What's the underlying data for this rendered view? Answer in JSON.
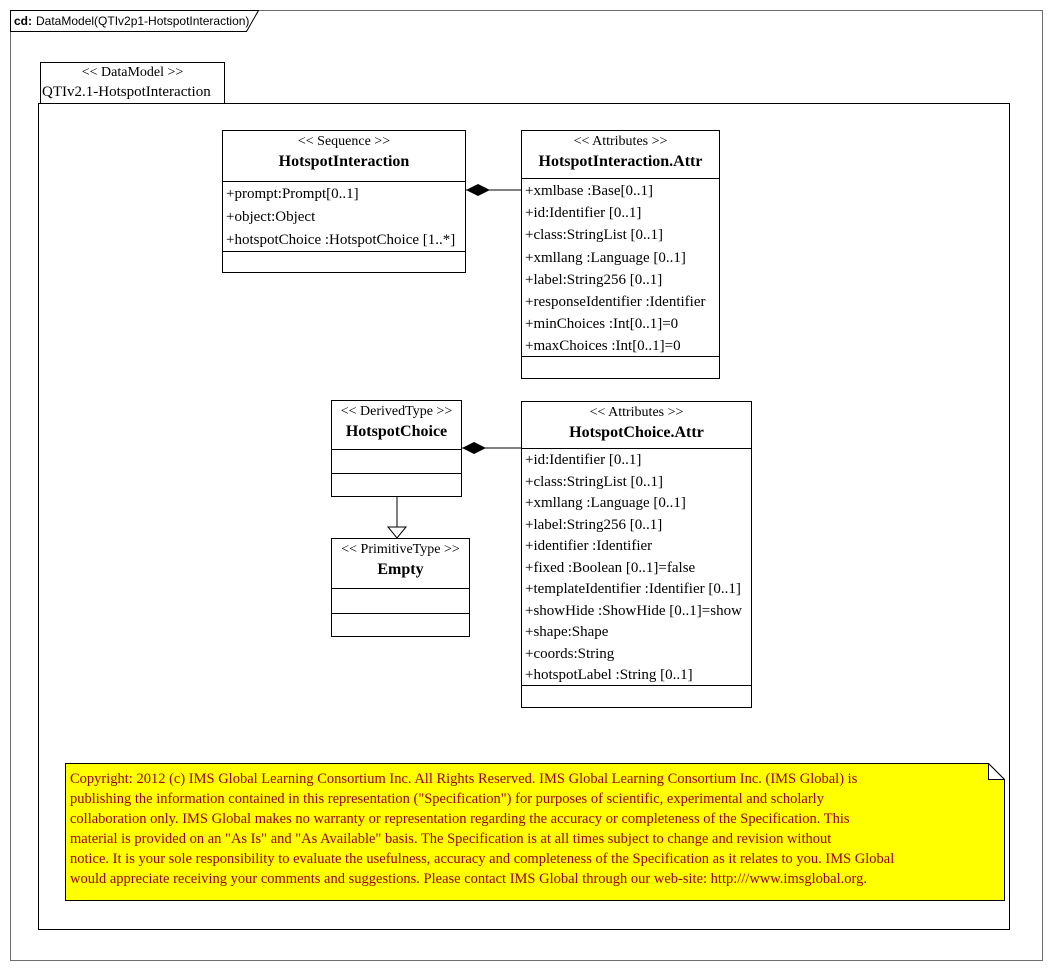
{
  "window": {
    "tab_prefix": "cd:",
    "tab_title": "DataModel(QTIv2p1-HotspotInteraction)"
  },
  "package": {
    "stereotype": "<< DataModel >>",
    "name": "QTIv2.1-HotspotInteraction"
  },
  "classes": [
    {
      "id": "HotspotInteraction",
      "stereotype": "<< Sequence >>",
      "name": "HotspotInteraction",
      "attributes": [
        "+prompt:Prompt[0..1]",
        "+object:Object",
        "+hotspotChoice :HotspotChoice [1..*]"
      ]
    },
    {
      "id": "HotspotInteraction.Attr",
      "stereotype": "<< Attributes >>",
      "name": "HotspotInteraction.Attr",
      "attributes": [
        "+xmlbase :Base[0..1]",
        "+id:Identifier [0..1]",
        "+class:StringList [0..1]",
        "+xmllang :Language [0..1]",
        "+label:String256 [0..1]",
        "+responseIdentifier :Identifier",
        "+minChoices :Int[0..1]=0",
        "+maxChoices :Int[0..1]=0"
      ]
    },
    {
      "id": "HotspotChoice",
      "stereotype": "<< DerivedType >>",
      "name": "HotspotChoice",
      "attributes": []
    },
    {
      "id": "HotspotChoice.Attr",
      "stereotype": "<< Attributes >>",
      "name": "HotspotChoice.Attr",
      "attributes": [
        "+id:Identifier [0..1]",
        "+class:StringList [0..1]",
        "+xmllang :Language [0..1]",
        "+label:String256 [0..1]",
        "+identifier :Identifier",
        "+fixed :Boolean [0..1]=false",
        "+templateIdentifier :Identifier [0..1]",
        "+showHide :ShowHide [0..1]=show",
        "+shape:Shape",
        "+coords:String",
        "+hotspotLabel :String [0..1]"
      ]
    },
    {
      "id": "Empty",
      "stereotype": "<< PrimitiveType >>",
      "name": "Empty",
      "attributes": []
    }
  ],
  "relations": [
    {
      "type": "composition",
      "from": "HotspotInteraction",
      "to": "HotspotInteraction.Attr"
    },
    {
      "type": "composition",
      "from": "HotspotChoice",
      "to": "HotspotChoice.Attr"
    },
    {
      "type": "generalization",
      "from": "HotspotChoice",
      "to": "Empty"
    }
  ],
  "note": {
    "bg_color": "#ffff00",
    "text_color": "#990000",
    "border_color": "#000000",
    "lines": [
      "Copyright: 2012 (c) IMS Global Learning Consortium Inc.  All Rights Reserved.  IMS Global Learning Consortium Inc. (IMS Global) is",
      "publishing the information contained in this representation (\"Specification\") for purposes of scientific, experimental and scholarly",
      "collaboration only.  IMS Global makes no warranty or representation regarding the accuracy or completeness of the Specification.  This",
      "material is provided on an \"As Is\" and \"As Available\" basis.  The Specification is at all times subject to change and revision without",
      "notice.  It is your sole responsibility to evaluate the usefulness, accuracy and completeness of the Specification as it relates to you.  IMS Global",
      "would appreciate receiving your comments and suggestions.  Please contact IMS Global through our web-site: http:///www.imsglobal.org."
    ]
  },
  "colors": {
    "line": "#000000",
    "box_fill": "#ffffff",
    "outer_border": "#6e6e6e"
  }
}
